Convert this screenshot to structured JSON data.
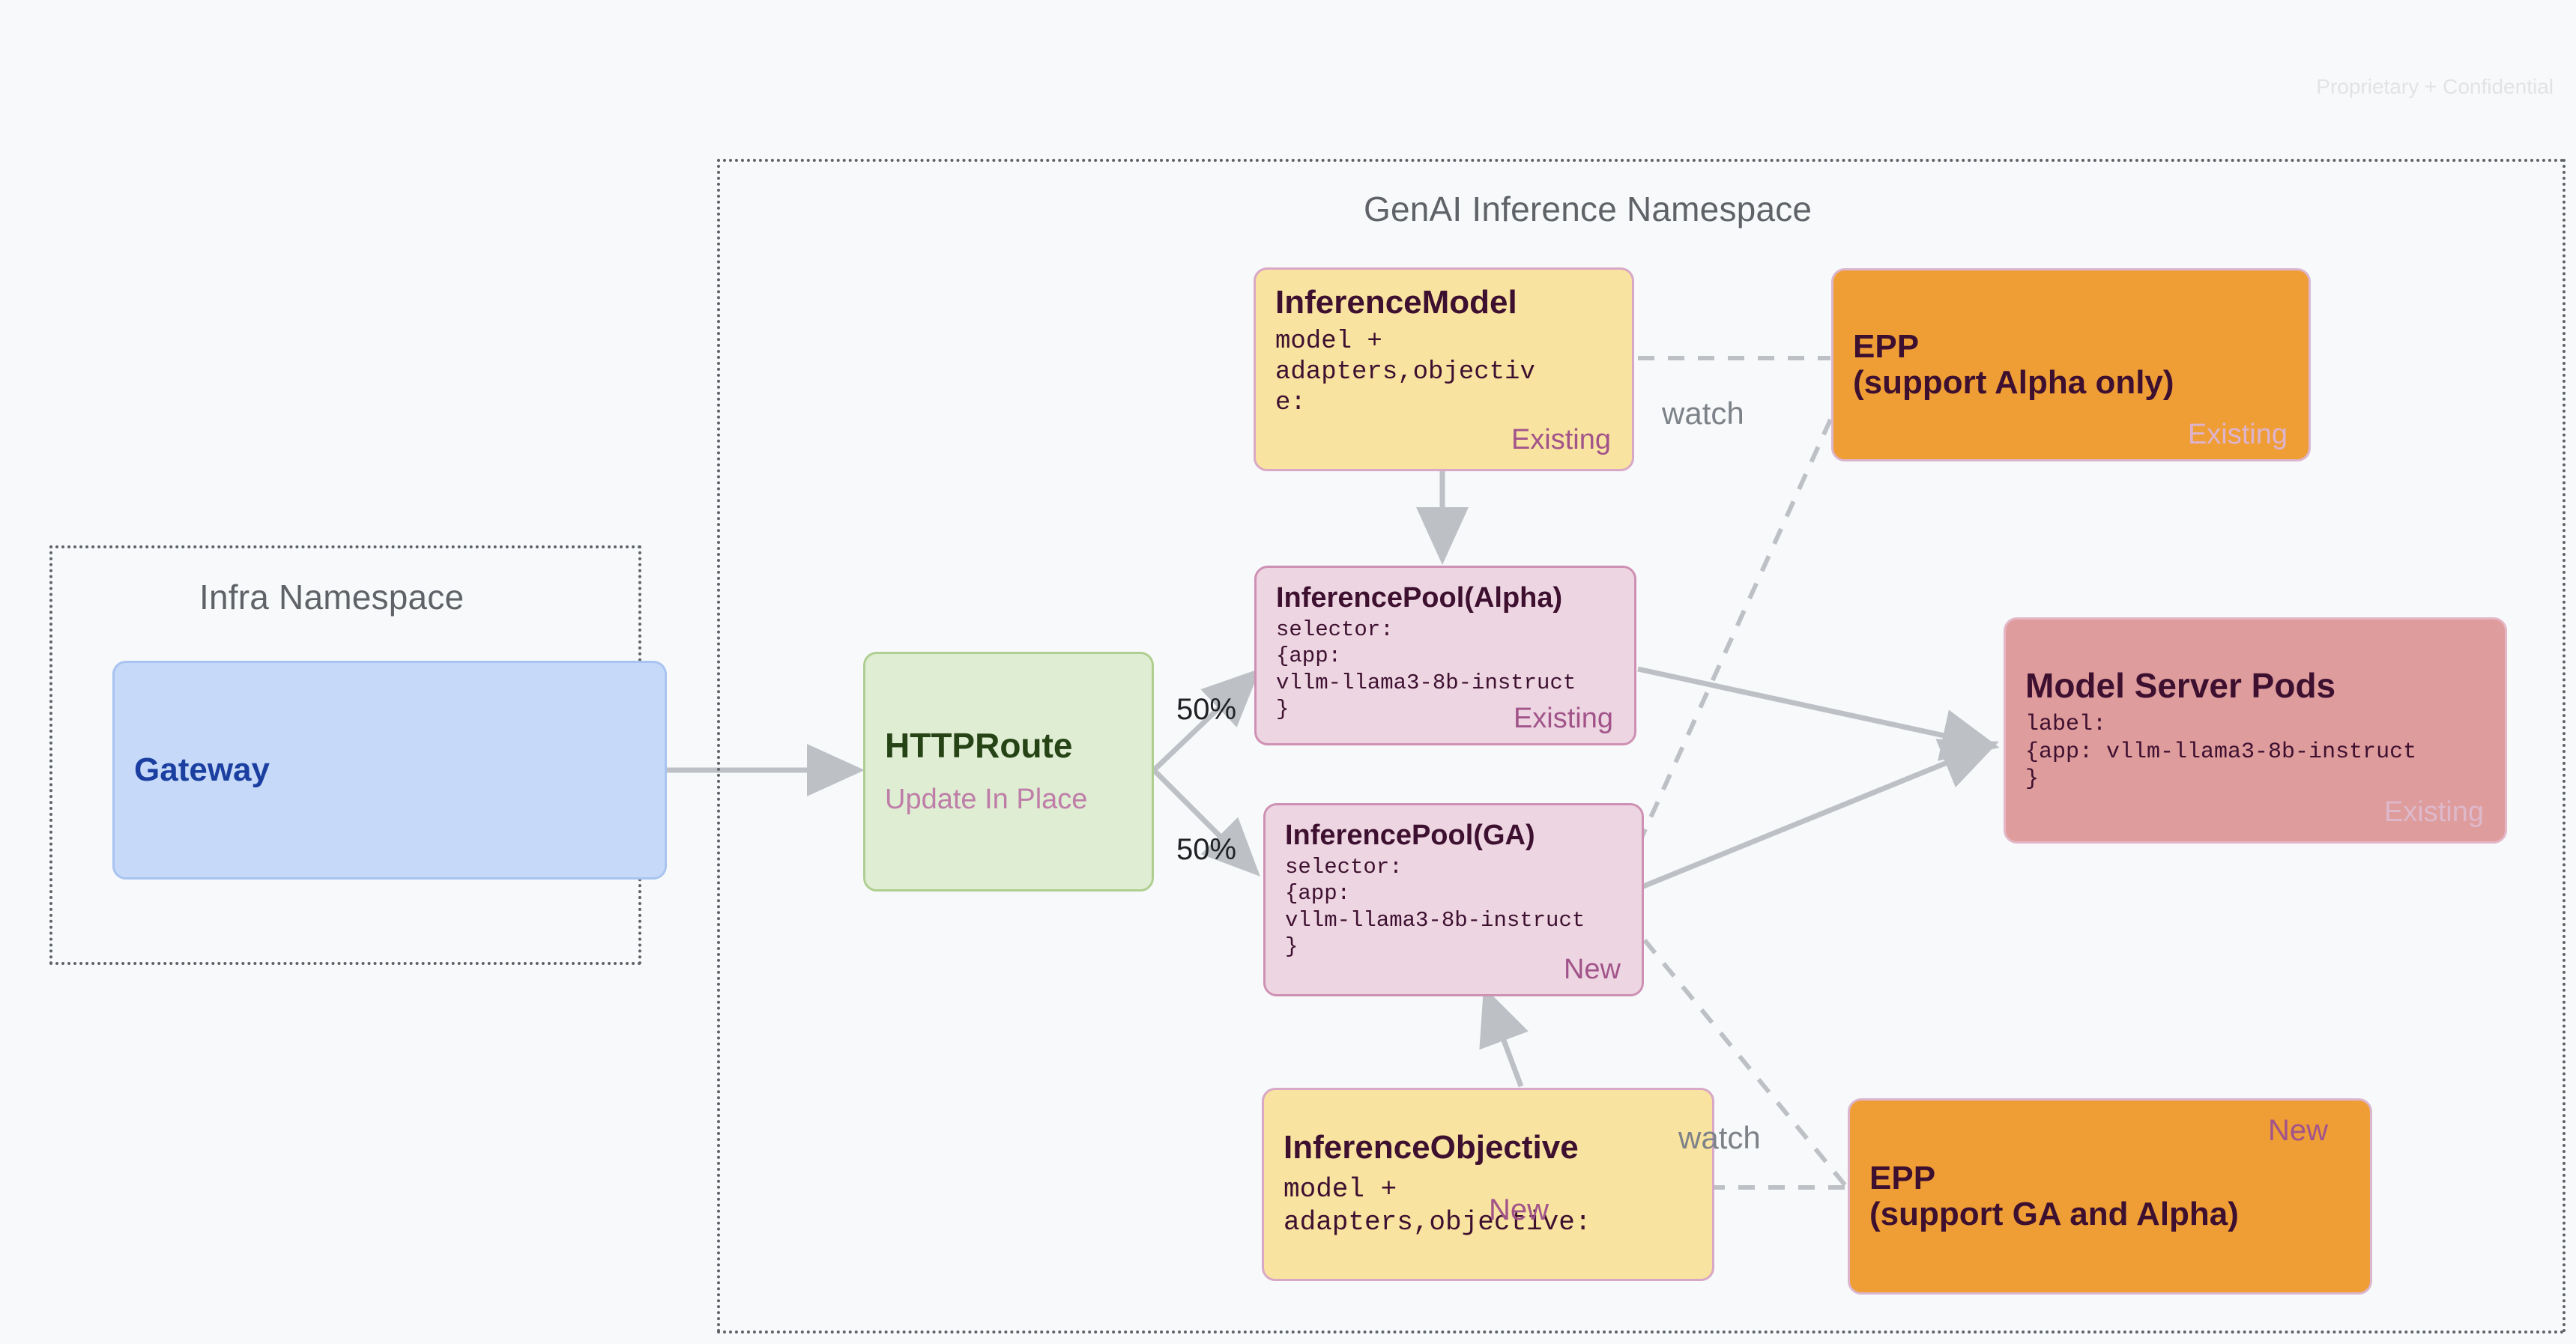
{
  "page": {
    "confidential_note": "Proprietary + Confidential",
    "background_color": "#F7F9FB"
  },
  "namespaces": [
    {
      "id": "infra",
      "title": "Infra Namespace"
    },
    {
      "id": "genai",
      "title": "GenAI Inference Namespace"
    }
  ],
  "nodes": {
    "gateway": {
      "title": "Gateway",
      "status": "",
      "body": ""
    },
    "httproute": {
      "title": "HTTPRoute",
      "status": "Update In Place",
      "body": ""
    },
    "inference_model": {
      "title": "InferenceModel",
      "body": "model +\nadapters,objectiv\ne:",
      "status": "Existing"
    },
    "inference_objective": {
      "title": "InferenceObjective",
      "body": "model +\nadapters,objective:",
      "status": "New"
    },
    "pool_alpha": {
      "title": "InferencePool(Alpha)",
      "body": "selector:\n{app:\nvllm-llama3-8b-instruct\n}",
      "status": "Existing"
    },
    "pool_ga": {
      "title": "InferencePool(GA)",
      "body": "selector:\n{app:\nvllm-llama3-8b-instruct\n}",
      "status": "New"
    },
    "epp_alpha": {
      "title_line1": "EPP",
      "title_line2": "(support Alpha only)",
      "status": "Existing"
    },
    "epp_ga": {
      "title_line1": "EPP",
      "title_line2": "(support GA and Alpha)",
      "status": "New"
    },
    "model_server_pods": {
      "title": "Model Server Pods",
      "body": "label:\n{app: vllm-llama3-8b-instruct\n}",
      "status": "Existing"
    }
  },
  "edges": {
    "split_top_label": "50%",
    "split_bottom_label": "50%",
    "watch_top_label": "watch",
    "watch_bottom_label": "watch"
  },
  "colors": {
    "gateway_fill": "#C6D9F8",
    "gateway_text": "#1B3FA0",
    "httproute_fill": "#DFEDD3",
    "httproute_text": "#254314",
    "yellow_fill": "#F9E3A0",
    "pool_fill": "#EDD6E2",
    "epp_fill": "#EF9E36",
    "pods_fill": "#DF9C9C",
    "status_mauve": "#A2548A",
    "edge_gray": "#BDC1C6",
    "namespace_border": "#5F6368"
  }
}
